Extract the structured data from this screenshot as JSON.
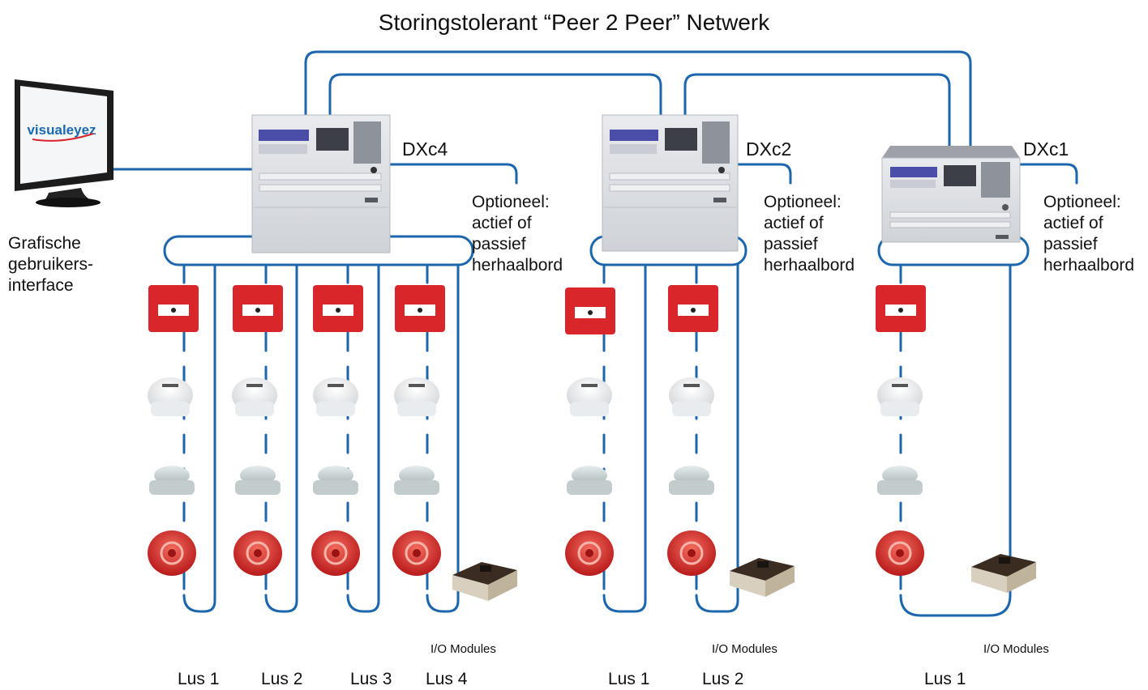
{
  "title": "Storingstolerant “Peer 2 Peer” Netwerk",
  "gui": {
    "logo_text": "visualeyez",
    "label_lines": [
      "Grafische",
      "gebruikers-",
      "interface"
    ]
  },
  "panels": [
    {
      "name": "DXc4",
      "optional_lines": [
        "Optioneel:",
        "actief of",
        "passief",
        "herhaalbord"
      ],
      "io_label": "I/O Modules",
      "loops": [
        "Lus 1",
        "Lus 2",
        "Lus 3",
        "Lus 4"
      ]
    },
    {
      "name": "DXc2",
      "optional_lines": [
        "Optioneel:",
        "actief of",
        "passief",
        "herhaalbord"
      ],
      "io_label": "I/O Modules",
      "loops": [
        "Lus 1",
        "Lus 2"
      ]
    },
    {
      "name": "DXc1",
      "optional_lines": [
        "Optioneel:",
        "actief of",
        "passief",
        "herhaalbord"
      ],
      "io_label": "I/O Modules",
      "loops": [
        "Lus 1"
      ]
    }
  ],
  "colors": {
    "network_line": "#1b66ad",
    "call_point": "#d8262a",
    "sounder": "#e0322f",
    "panel_body": "#d9dbdf",
    "panel_display": "#4a4ea8"
  }
}
